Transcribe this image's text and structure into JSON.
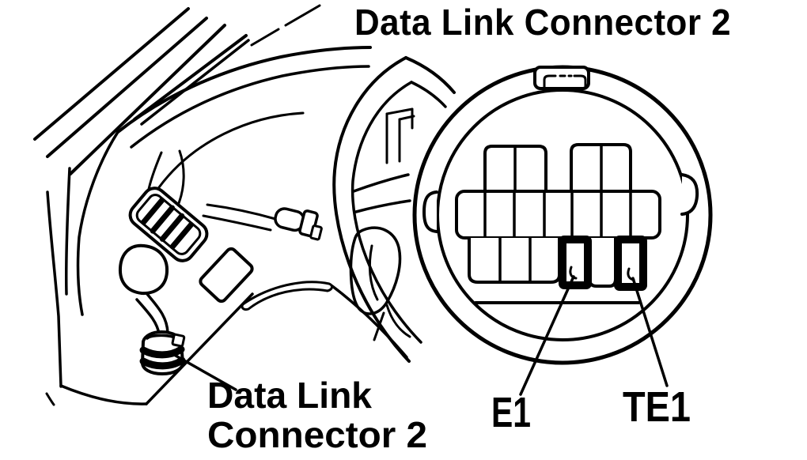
{
  "title": "Data Link Connector 2",
  "callout": {
    "line1": "Data Link",
    "line2": "Connector 2"
  },
  "connector_view": {
    "type": "circular-connector-face",
    "pin_labels": {
      "e1": "E1",
      "te1": "TE1"
    },
    "highlighted_pins": [
      "E1",
      "TE1"
    ],
    "rows": {
      "top_cells": 4,
      "middle_cells": 7,
      "bottom_cells": 6
    }
  },
  "colors": {
    "ink": "#000000",
    "paper": "#ffffff"
  }
}
